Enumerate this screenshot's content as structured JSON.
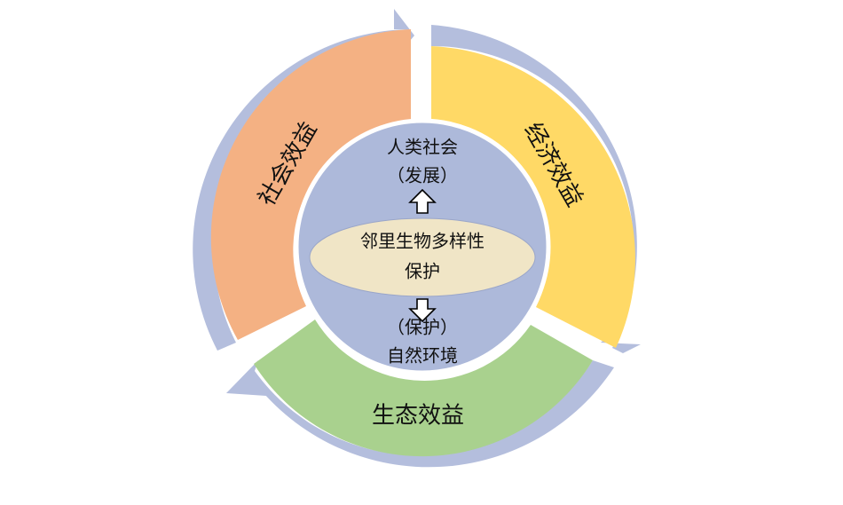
{
  "segments": {
    "social": {
      "label": "社会效益",
      "color": "#F4B183"
    },
    "economic": {
      "label": "经济效益",
      "color": "#FFD966"
    },
    "ecological": {
      "label": "生态效益",
      "color": "#A9D18E"
    }
  },
  "center": {
    "top_line1": "人类社会",
    "top_line2": "（发展）",
    "core_line1": "邻里生物多样性",
    "core_line2": "保护",
    "bottom_line1": "（保护）",
    "bottom_line2": "自然环境"
  },
  "colors": {
    "ring": "#B4BEDD",
    "center_disc": "#ADB9DA",
    "core_ellipse": "#F0E5C6"
  }
}
